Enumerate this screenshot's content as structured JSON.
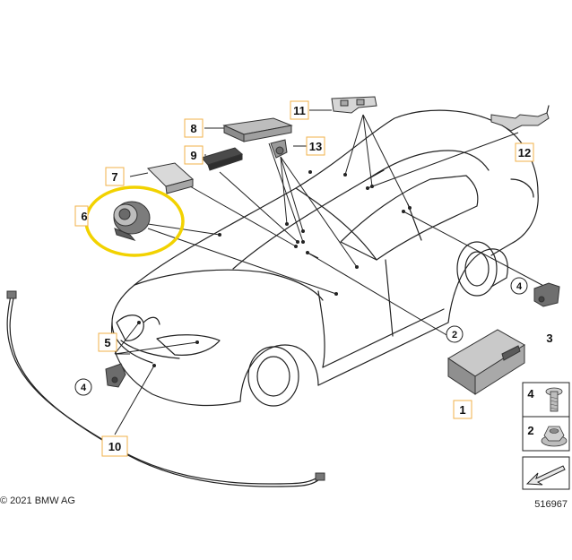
{
  "callouts": {
    "n1": "1",
    "n2": "2",
    "n3": "3",
    "n4a": "4",
    "n4b": "4",
    "n5": "5",
    "n6": "6",
    "n7": "7",
    "n8": "8",
    "n9": "9",
    "n10": "10",
    "n11": "11",
    "n12": "12",
    "n13": "13"
  },
  "legend": {
    "screw": "4",
    "nut": "2"
  },
  "footer": {
    "copyright": "© 2021 BMW AG",
    "diagram_number": "516967"
  },
  "highlight": {
    "color": "#f2d200",
    "part": "6"
  },
  "tag_color": "#f2b24a"
}
